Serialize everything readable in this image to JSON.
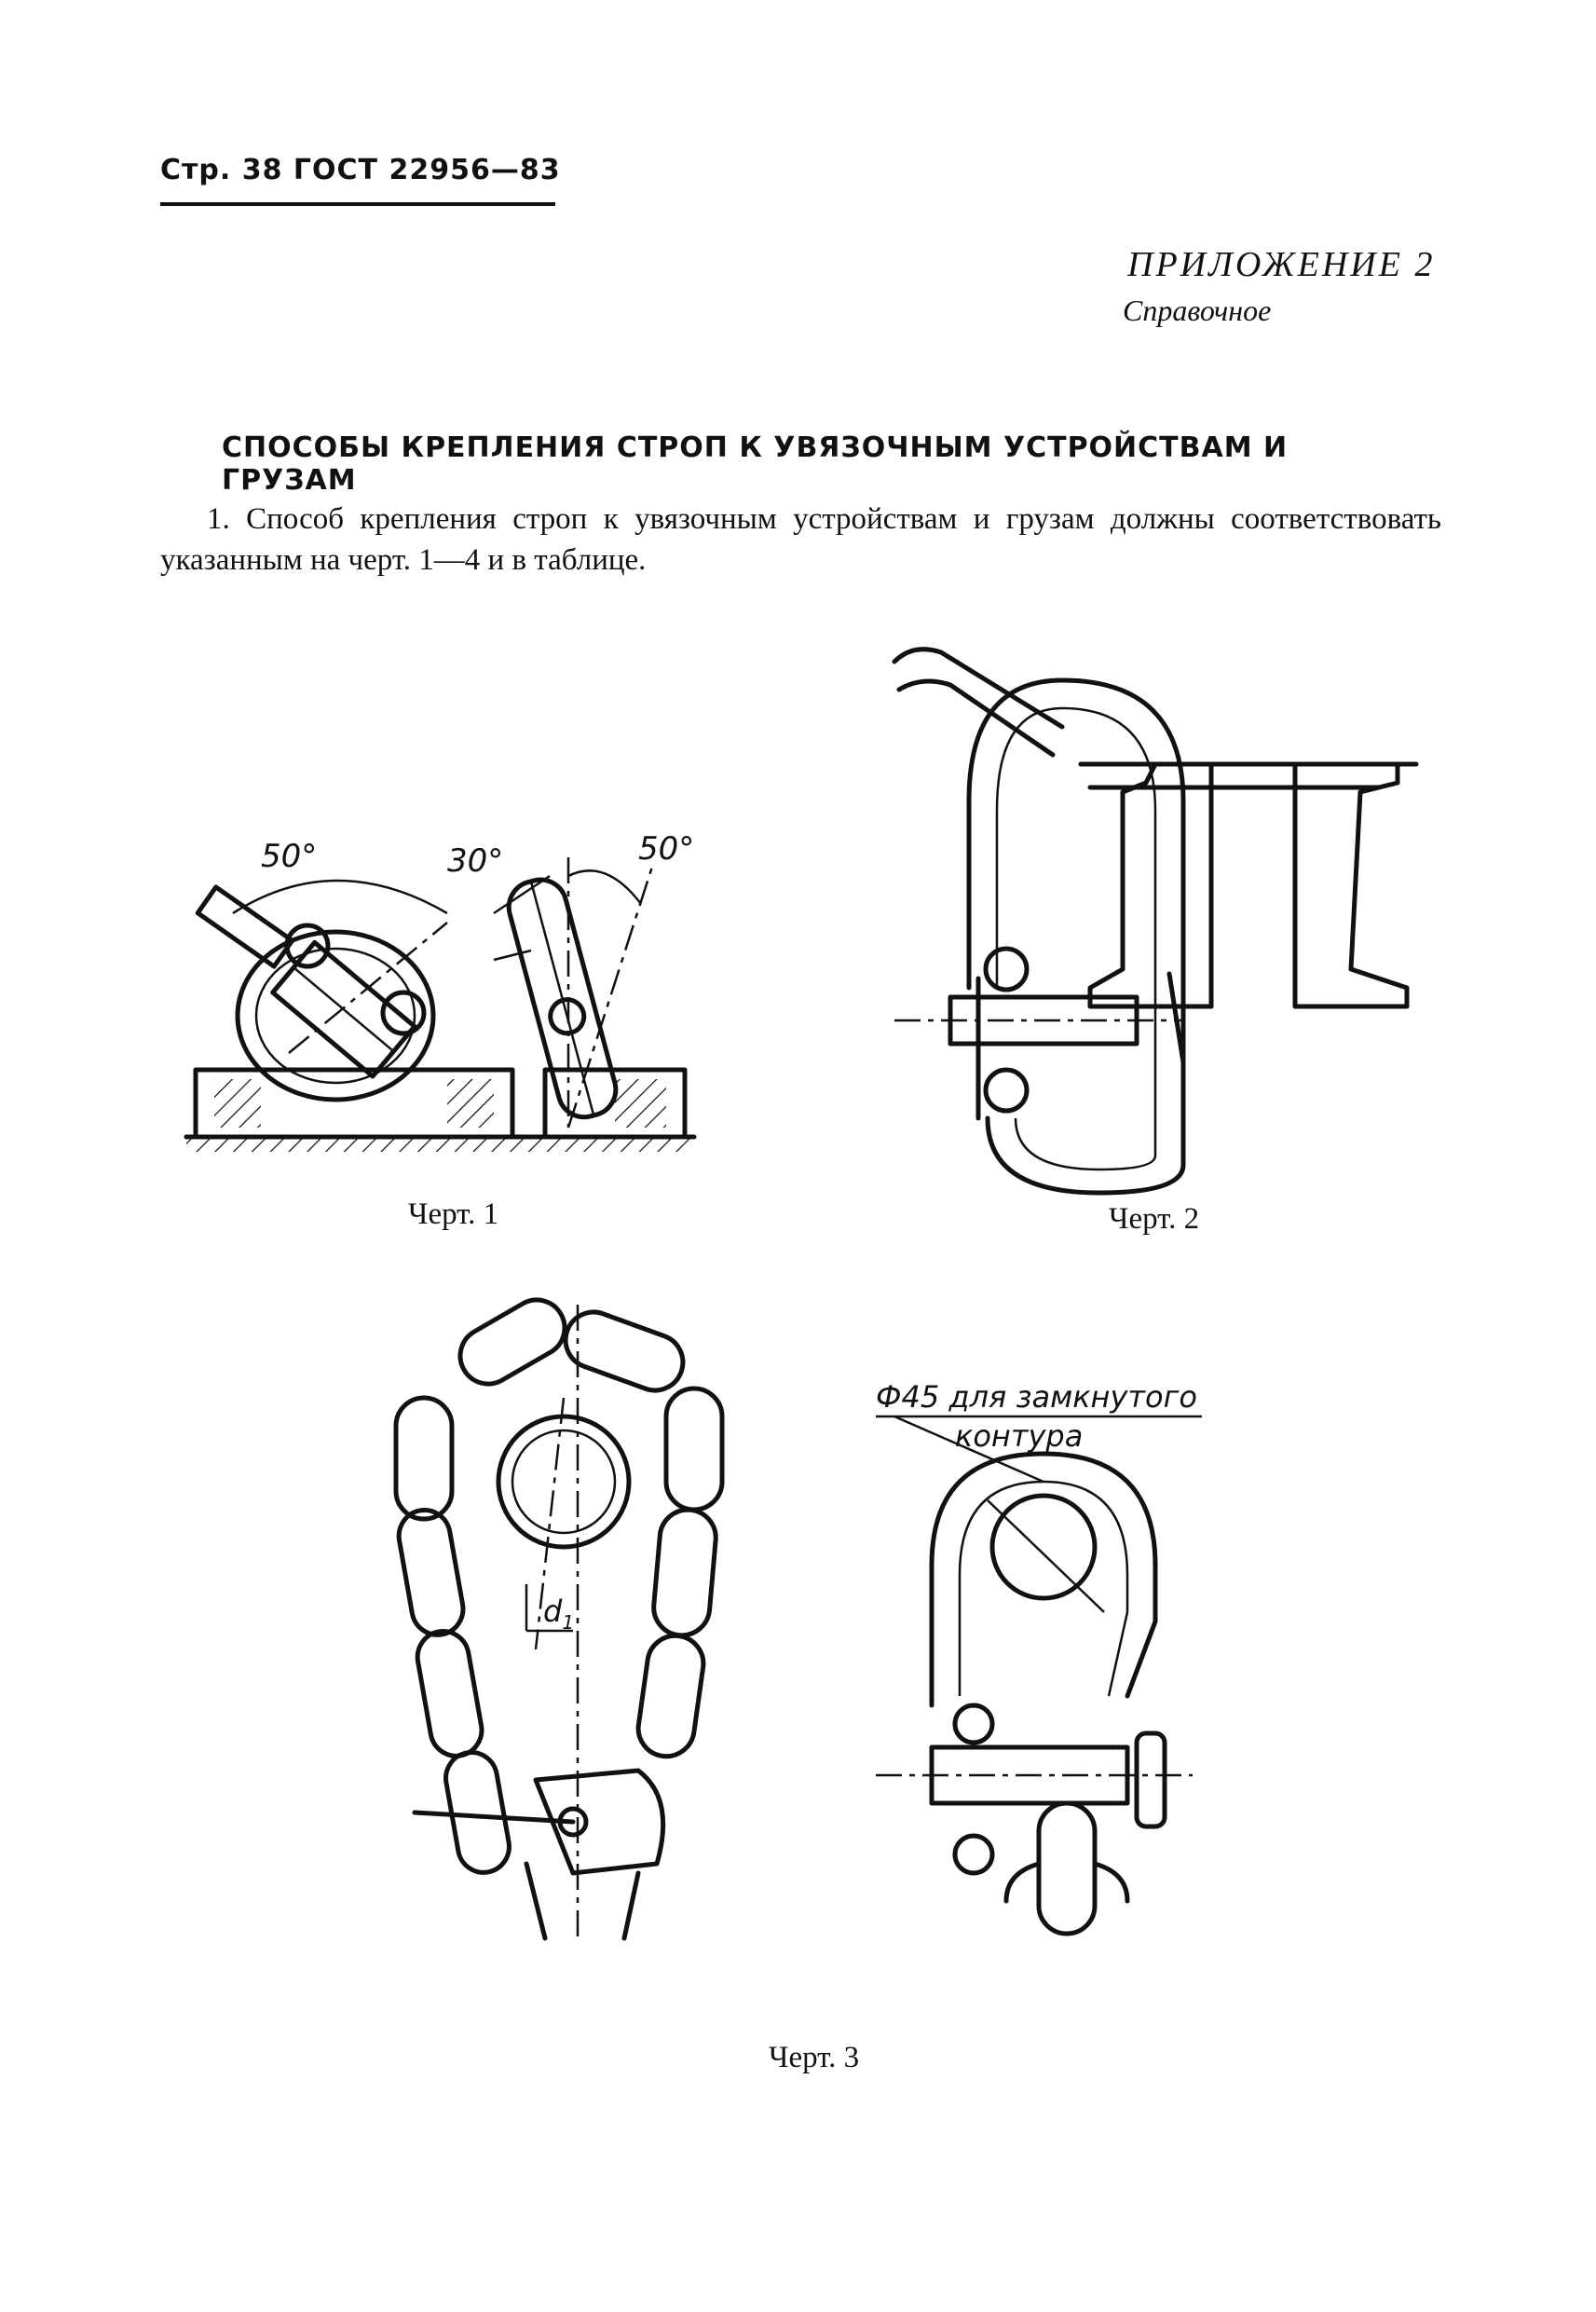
{
  "header": {
    "text": "Стр. 38 ГОСТ 22956—83"
  },
  "appendix": {
    "title": "ПРИЛОЖЕНИЕ 2",
    "subtitle": "Справочное"
  },
  "section": {
    "title": "СПОСОБЫ КРЕПЛЕНИЯ СТРОП К УВЯЗОЧНЫМ УСТРОЙСТВАМ И ГРУЗАМ"
  },
  "body": {
    "paragraph": "1. Способ крепления строп к увязочным устройствам и грузам должны соответствовать указанным на черт. 1—4 и в таблице."
  },
  "figures": {
    "fig1": {
      "caption": "Черт. 1",
      "angle_left": "50°",
      "angle_mid": "30°",
      "angle_right": "50°"
    },
    "fig2": {
      "caption": "Черт. 2"
    },
    "fig3": {
      "caption": "Черт. 3",
      "d_label": "d",
      "d_sub": "1",
      "phi_line1": "Ф45 для замкнутого",
      "phi_line2": "контура"
    }
  }
}
